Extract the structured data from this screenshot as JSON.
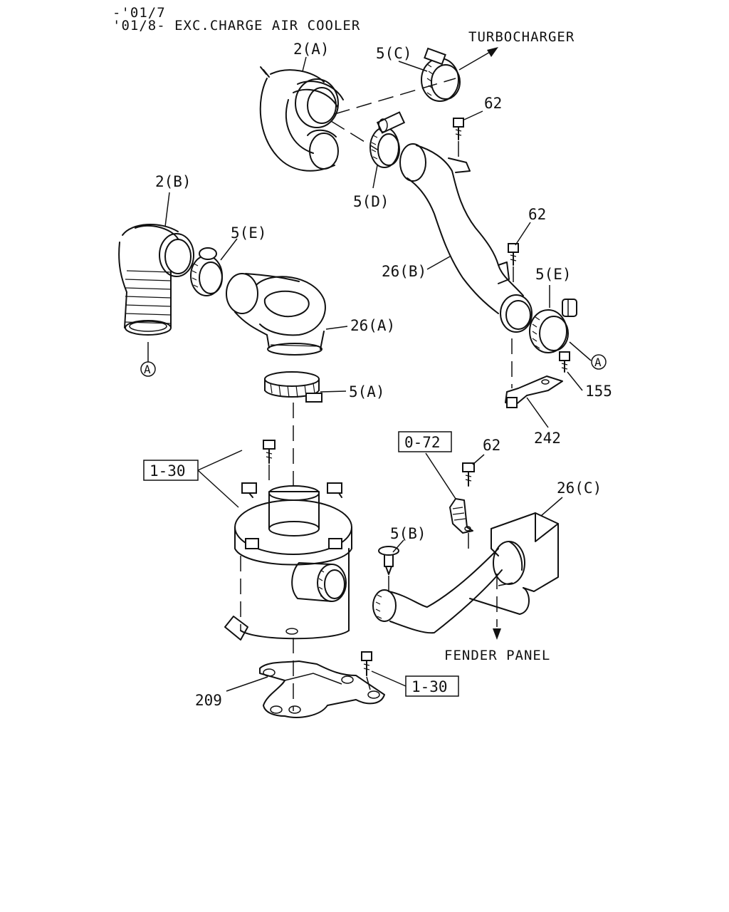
{
  "header": {
    "line1": "-'01/7",
    "line2": "'01/8- EXC.CHARGE AIR COOLER"
  },
  "callouts": {
    "p2a": "2(A)",
    "p2b": "2(B)",
    "p5a": "5(A)",
    "p5b": "5(B)",
    "p5c": "5(C)",
    "p5d": "5(D)",
    "p5e_left": "5(E)",
    "p5e_right": "5(E)",
    "p26a": "26(A)",
    "p26b": "26(B)",
    "p26c": "26(C)",
    "p62_top": "62",
    "p62_mid": "62",
    "p62_low": "62",
    "p155": "155",
    "p209": "209",
    "p242": "242"
  },
  "boxed_refs": {
    "ref_0_72": "0-72",
    "ref_1_30_top": "1-30",
    "ref_1_30_bottom": "1-30"
  },
  "connector_marks": {
    "left": "A",
    "right": "A"
  },
  "directions": {
    "turbocharger": "TURBOCHARGER",
    "fender_panel": "FENDER PANEL"
  }
}
